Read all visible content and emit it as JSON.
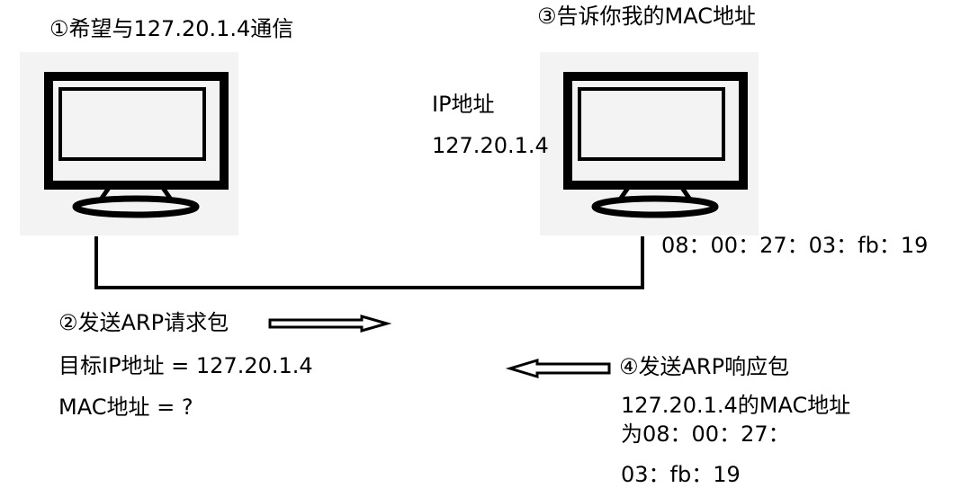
{
  "steps": {
    "step1": "①希望与127.20.1.4通信",
    "step2": "②发送ARP请求包",
    "step3": "③告诉你我的MAC地址",
    "step4": "④发送ARP响应包"
  },
  "target": {
    "ip_label": "IP地址",
    "ip_value": "127.20.1.4",
    "mac_value": "08：00：27：03：fb：19"
  },
  "request": {
    "line1": "目标IP地址 = 127.20.1.4",
    "line2": "MAC地址 = ?"
  },
  "response": {
    "line1": "127.20.1.4的MAC地址",
    "line2": "为08：00：27：",
    "line3": "03：fb：19"
  },
  "icons": {
    "left_computer": "monitor-icon",
    "right_computer": "monitor-icon",
    "request_arrow": "arrow-right-icon",
    "response_arrow": "arrow-left-icon"
  },
  "colors": {
    "background": "#ffffff",
    "computer_panel": "#f3f3f3",
    "stroke": "#000000"
  }
}
